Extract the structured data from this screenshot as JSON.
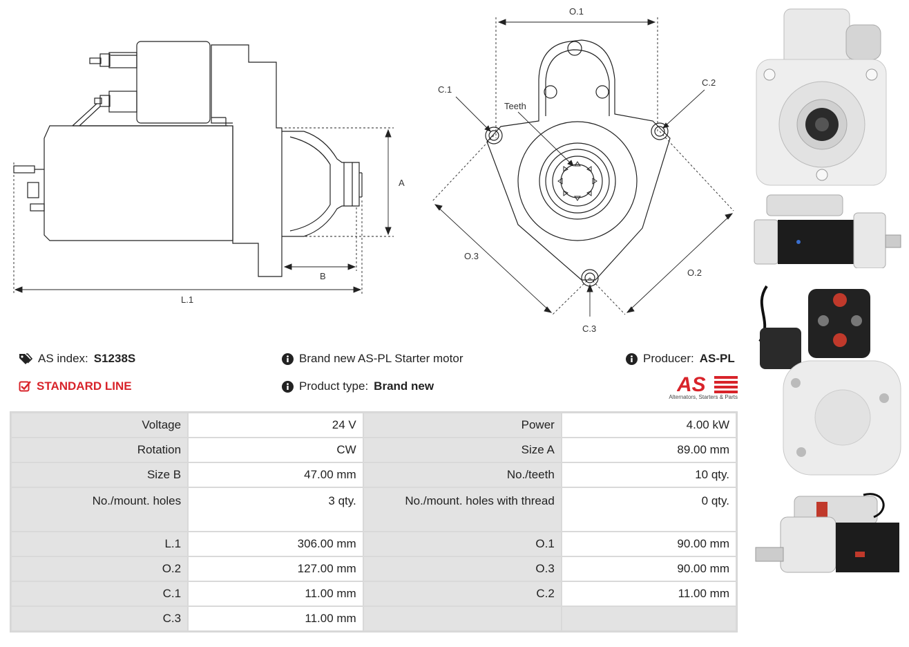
{
  "diagram_labels": {
    "side_view": {
      "a": "A",
      "b": "B",
      "l1": "L.1"
    },
    "front_view": {
      "o1": "O.1",
      "o2": "O.2",
      "o3": "O.3",
      "c1": "C.1",
      "c2": "C.2",
      "c3": "C.3",
      "teeth": "Teeth"
    }
  },
  "info": {
    "as_index_label": "AS index:",
    "as_index_value": "S1238S",
    "line": "STANDARD LINE",
    "description": "Brand new AS-PL Starter motor",
    "product_type_label": "Product type:",
    "product_type_value": "Brand new",
    "producer_label": "Producer:",
    "producer_value": "AS-PL"
  },
  "logo": {
    "text": "AS",
    "tagline": "Alternators, Starters & Parts",
    "color": "#d8232a"
  },
  "colors": {
    "accent": "#d8232a",
    "label_bg": "#e3e3e3"
  },
  "specs": [
    [
      {
        "label": "Voltage",
        "value": "24 V"
      },
      {
        "label": "Power",
        "value": "4.00 kW"
      }
    ],
    [
      {
        "label": "Rotation",
        "value": "CW"
      },
      {
        "label": "Size A",
        "value": "89.00 mm"
      }
    ],
    [
      {
        "label": "Size B",
        "value": "47.00 mm"
      },
      {
        "label": "No./teeth",
        "value": "10 qty."
      }
    ],
    [
      {
        "label": "No./mount. holes",
        "value": "3 qty."
      },
      {
        "label": "No./mount. holes with thread",
        "value": "0 qty."
      }
    ],
    [
      {
        "label": "L.1",
        "value": "306.00 mm"
      },
      {
        "label": "O.1",
        "value": "90.00 mm"
      }
    ],
    [
      {
        "label": "O.2",
        "value": "127.00 mm"
      },
      {
        "label": "O.3",
        "value": "90.00 mm"
      }
    ],
    [
      {
        "label": "C.1",
        "value": "11.00 mm"
      },
      {
        "label": "C.2",
        "value": "11.00 mm"
      }
    ],
    [
      {
        "label": "C.3",
        "value": "11.00 mm"
      },
      {
        "label": "",
        "value": ""
      }
    ]
  ],
  "icons": {
    "tag": "tags-icon",
    "check": "checkbox-icon",
    "info": "info-circle-icon"
  }
}
